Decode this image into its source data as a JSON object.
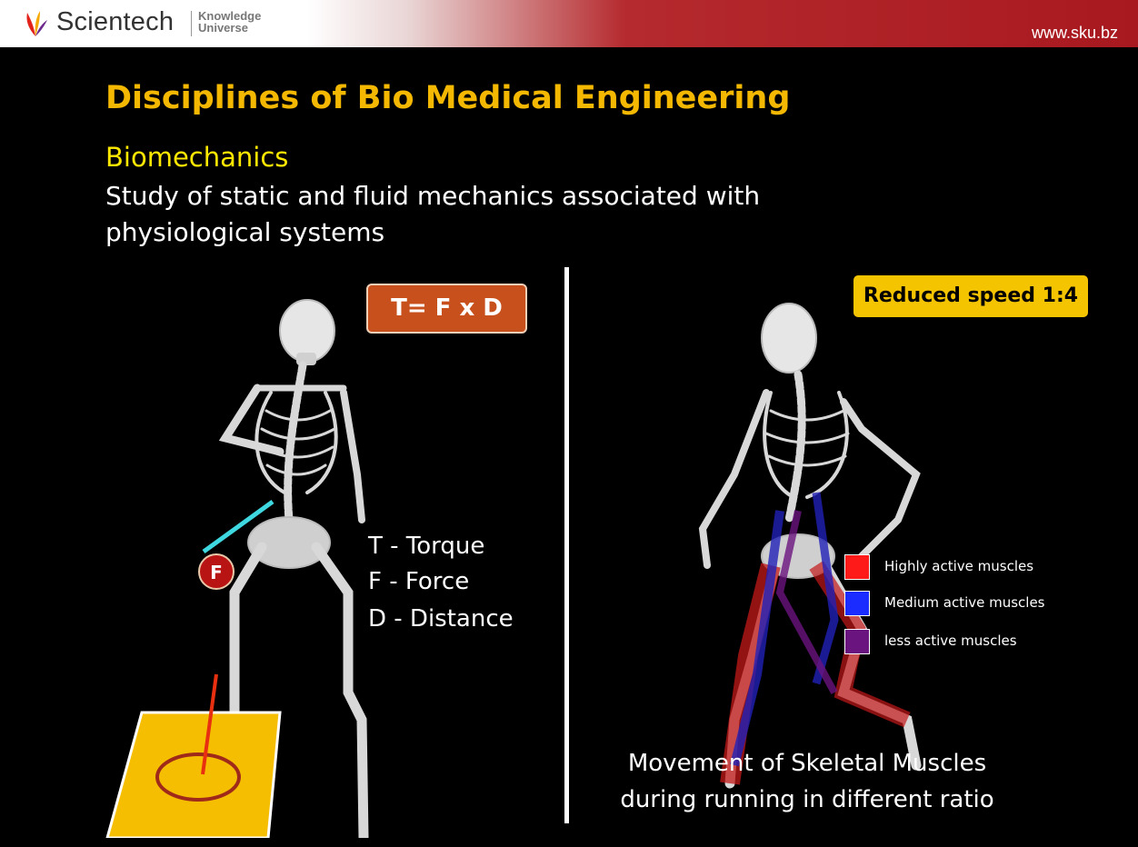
{
  "header": {
    "brand": "Scientech",
    "brand_sub_line1": "Knowledge",
    "brand_sub_line2": "Universe",
    "site_url": "www.sku.bz"
  },
  "slide": {
    "title": "Disciplines of Bio Medical Engineering",
    "subtitle": "Biomechanics",
    "description": "Study of static and fluid mechanics associated with physiological systems"
  },
  "left_panel": {
    "formula": "T= F x D",
    "force_marker": "F",
    "variables": [
      "T - Torque",
      "F - Force",
      "D - Distance"
    ]
  },
  "right_panel": {
    "speed_badge": "Reduced speed 1:4",
    "muscle_key": [
      {
        "label": "Highly active muscles",
        "color": "#ff1a1a"
      },
      {
        "label": "Medium  active muscles",
        "color": "#1a2cff"
      },
      {
        "label": "less  active muscles",
        "color": "#6a1480"
      }
    ],
    "caption_line1": "Movement of Skeletal Muscles",
    "caption_line2": "during running in different  ratio"
  },
  "colors": {
    "title": "#f5b800",
    "subtitle": "#ffe800",
    "header_red": "#a8191f",
    "formula_box": "#c8501c",
    "speed_badge": "#f5c400"
  }
}
